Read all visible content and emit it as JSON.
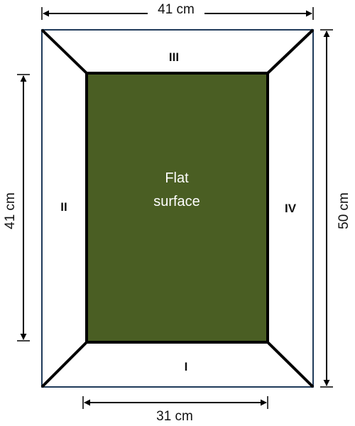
{
  "dimensions": {
    "top_width": "41 cm",
    "left_height": "41 cm",
    "right_height": "50 cm",
    "bottom_width": "31 cm"
  },
  "regions": {
    "bottom": "I",
    "left": "II",
    "top": "III",
    "right": "IV"
  },
  "center_label": {
    "line1": "Flat",
    "line2": "surface"
  },
  "colors": {
    "surface_fill": "#4a5e23",
    "outline": "#1f3a5a",
    "edges": "#000000"
  }
}
